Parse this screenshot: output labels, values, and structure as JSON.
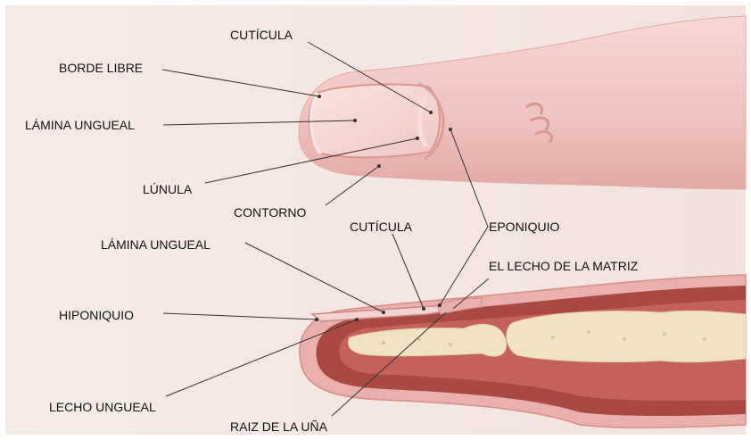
{
  "labels": {
    "cuticula_top": "CUTÍCULA",
    "borde_libre": "BORDE LIBRE",
    "lamina_top": "LÁMINA UNGUEAL",
    "lunula": "LÚNULA",
    "contorno": "CONTORNO",
    "cuticula_bottom": "CUTÍCULA",
    "eponiquio": "EPONIQUIO",
    "lamina_bottom": "LÁMINA UNGUEAL",
    "lecho_matriz": "EL LECHO DE LA MATRIZ",
    "hiponiquio": "HIPONIQUIO",
    "lecho_ungueal": "LECHO UNGUEAL",
    "raiz": "RAIZ DE LA UÑA"
  },
  "colors": {
    "background": "#f5e7e2",
    "skin": "#f0c6c3",
    "skin_dark": "#d98f8c",
    "nail": "#f6d6d2",
    "nail_edge": "#dc9a98",
    "tissue": "#a8463f",
    "tissue_light": "#c9645c",
    "bone": "#f1e2c4",
    "leader": "#3a2f2f"
  }
}
